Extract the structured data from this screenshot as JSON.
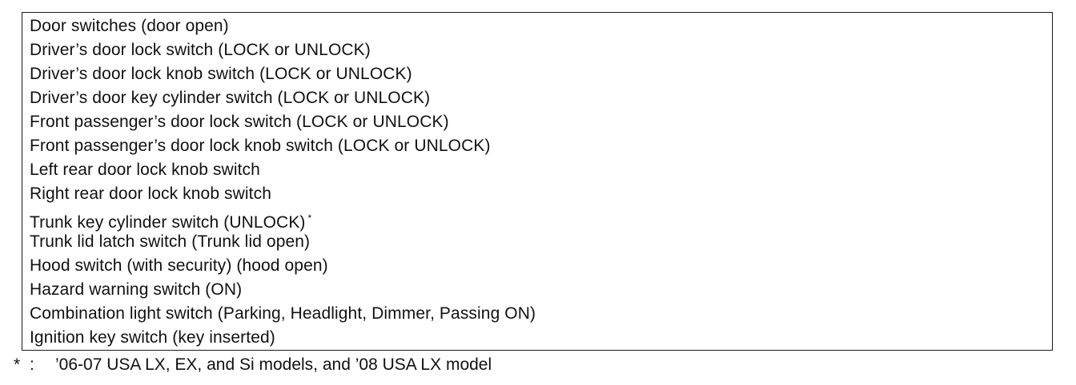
{
  "switches": [
    "Door switches (door open)",
    "Driver’s door lock switch (LOCK or UNLOCK)",
    "Driver’s door lock knob switch (LOCK or UNLOCK)",
    "Driver’s door key cylinder switch (LOCK or UNLOCK)",
    "Front passenger’s door lock switch (LOCK or UNLOCK)",
    "Front passenger’s door lock knob switch (LOCK or UNLOCK)",
    "Left rear door lock knob switch",
    "Right rear door lock knob switch",
    "Trunk key cylinder switch (UNLOCK)",
    "Trunk lid latch switch (Trunk lid open)",
    "Hood switch (with security) (hood open)",
    "Hazard warning switch (ON)",
    "Combination light switch (Parking, Headlight, Dimmer, Passing ON)",
    "Ignition key switch (key inserted)"
  ],
  "footnote": {
    "marker": "*",
    "colon": ":",
    "text": "’06-07 USA LX, EX, and Si models, and ’08 USA LX model"
  }
}
